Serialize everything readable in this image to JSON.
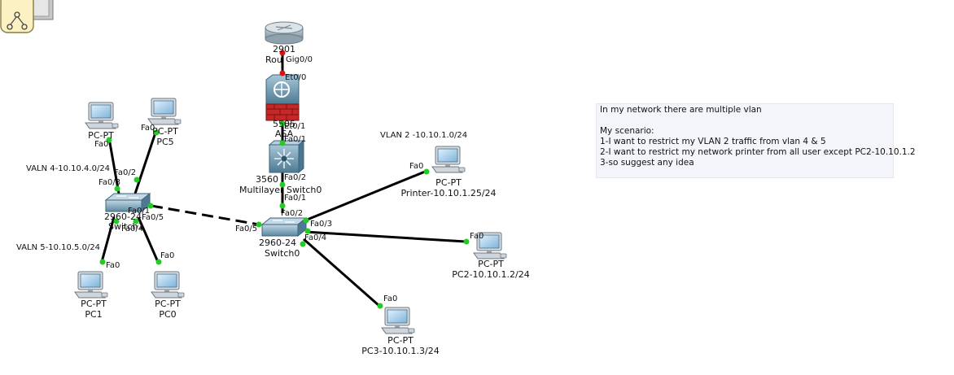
{
  "devices": {
    "router": {
      "model": "2901",
      "name": "Rou"
    },
    "asa": {
      "model": "5505",
      "name": "ASA"
    },
    "multilayer": {
      "model": "3560",
      "name": "Multilayer Switch0"
    },
    "switch0": {
      "model": "2960-24",
      "name": "Switch0"
    },
    "switch1": {
      "model": "2960-24",
      "name": "Switch1"
    },
    "pc_top_left": {
      "type": "PC-PT",
      "name": ""
    },
    "pc5": {
      "type": "PC-PT",
      "name": "PC5"
    },
    "pc1": {
      "type": "PC-PT",
      "name": "PC1"
    },
    "pc0": {
      "type": "PC-PT",
      "name": "PC0"
    },
    "printer": {
      "type": "PC-PT",
      "name": "Printer-10.10.1.25/24"
    },
    "pc2": {
      "type": "PC-PT",
      "name": "PC2-10.10.1.2/24"
    },
    "pc3": {
      "type": "PC-PT",
      "name": "PC3-10.10.1.3/24"
    }
  },
  "ports": {
    "router_gig": "Gig0/0",
    "asa_et00": "Et0/0",
    "asa_et01": "Et0/1",
    "ml_fa01_top": "Fa0/1",
    "ml_fa02": "Fa0/2",
    "sw0_fa01": "Fa0/1",
    "sw0_fa02": "Fa0/2",
    "sw0_fa03": "Fa0/3",
    "sw0_fa04": "Fa0/4",
    "sw0_fa05": "Fa0/5",
    "sw1_fa01": "Fa0/1",
    "sw1_fa02": "Fa0/2",
    "sw1_fa03": "Fa0/3",
    "sw1_fa04": "Fa0/4",
    "sw1_fa05": "Fa0/5",
    "pc_tl_fa0": "Fa0",
    "pc5_fa0": "Fa0",
    "pc1_fa0": "Fa0",
    "pc0_fa0": "Fa0",
    "printer_fa0": "Fa0",
    "pc2_fa0": "Fa0",
    "pc3_fa0": "Fa0"
  },
  "vlan_labels": {
    "vlan2": "VLAN 2 -10.10.1.0/24",
    "vlan4": "VALN 4-10.10.4.0/24",
    "vlan5": "VALN 5-10.10.5.0/24"
  },
  "note": {
    "title": "In my network there are multiple vlan",
    "scenario_heading": "My scenario:",
    "lines": [
      "1-I want to restrict my VLAN 2 traffic from vlan 4 & 5",
      "2-I want to restrict my network printer from all user except PC2-10.10.1.2",
      "3-so suggest any idea"
    ]
  },
  "colors": {
    "link": "#000000",
    "port_up": "#22cc22",
    "port_down": "#dd1111",
    "device_blue": "#5f8fa8",
    "firewall_red": "#c62828"
  },
  "icons": [
    "logical-view-icon",
    "router-icon",
    "firewall-icon",
    "multilayer-switch-icon",
    "switch-icon",
    "pc-icon"
  ]
}
